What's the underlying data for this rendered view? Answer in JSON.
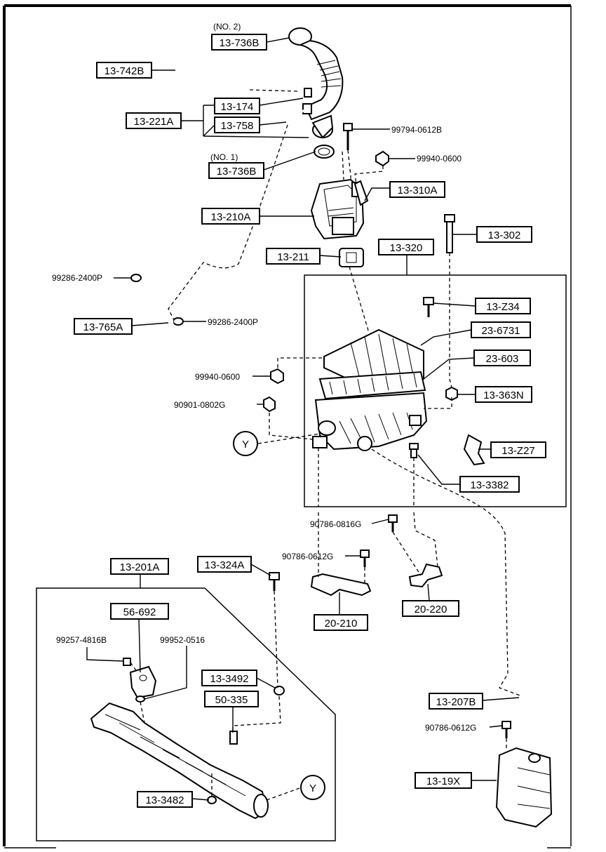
{
  "labels": {
    "no2": "(NO. 2)",
    "no1": "(NO. 1)",
    "p13_736B_top": "13-736B",
    "p13_742B": "13-742B",
    "p13_174": "13-174",
    "p13_221A": "13-221A",
    "p13_758": "13-758",
    "p99794": "99794-0612B",
    "p99940_a": "99940-0600",
    "p13_736B_bot": "13-736B",
    "p13_310A": "13-310A",
    "p13_210A": "13-210A",
    "p13_302": "13-302",
    "p13_211": "13-211",
    "p13_320": "13-320",
    "p99286_a": "99286-2400P",
    "p13_Z34": "13-Z34",
    "p13_765A": "13-765A",
    "p99286_b": "99286-2400P",
    "p23_6731": "23-6731",
    "p23_603": "23-603",
    "p99940_b": "99940-0600",
    "p13_363N": "13-363N",
    "p90901": "90901-0802G",
    "y1": "Y",
    "p13_Z27": "13-Z27",
    "p13_3382": "13-3382",
    "p90786_0816": "90786-0816G",
    "p90786_0612_a": "90786-0612G",
    "p13_201A": "13-201A",
    "p13_324A": "13-324A",
    "p20_210": "20-210",
    "p20_220": "20-220",
    "p56_692": "56-692",
    "p99257": "99257-4816B",
    "p99952": "99952-0516",
    "p13_3492": "13-3492",
    "p50_335": "50-335",
    "p13_207B": "13-207B",
    "p90786_0612_b": "90786-0612G",
    "p13_19X": "13-19X",
    "p13_3482": "13-3482",
    "y2": "Y"
  }
}
